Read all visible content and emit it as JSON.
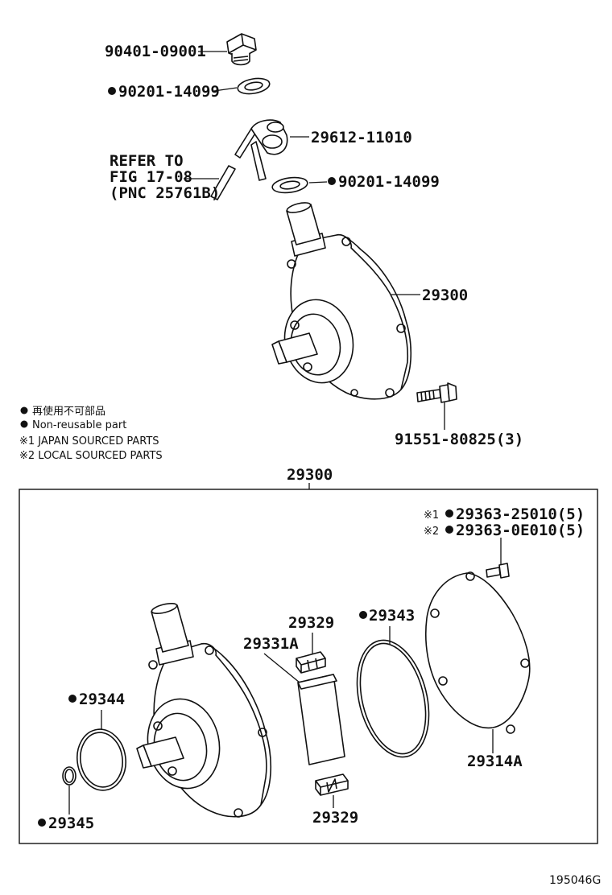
{
  "upper_labels": {
    "plug": "90401-09001",
    "gasket_top": "90201-14099",
    "union": "29612-11010",
    "refer_line1": "REFER TO",
    "refer_line2": "FIG 17-08",
    "refer_line3": "(PNC 25761B)",
    "gasket_mid": "90201-14099",
    "pump_assy": "29300",
    "bolt": "91551-80825(3)"
  },
  "legend": {
    "jp_non_reusable": "再使用不可部品",
    "non_reusable": "Non-reusable part",
    "japan_sourced": "※1 JAPAN SOURCED PARTS",
    "local_sourced": "※2 LOCAL SOURCED PARTS"
  },
  "box": {
    "title": "29300",
    "screw_1_mark": "※1",
    "screw_1": "29363-25010(5)",
    "screw_2_mark": "※2",
    "screw_2": "29363-0E010(5)",
    "oring_large": "29343",
    "vane_top": "29329",
    "rotor": "29331A",
    "oring_mid": "29344",
    "oring_small": "29345",
    "vane_bottom": "29329",
    "cover": "29314A"
  },
  "footer": {
    "figure_code": "195046G"
  }
}
